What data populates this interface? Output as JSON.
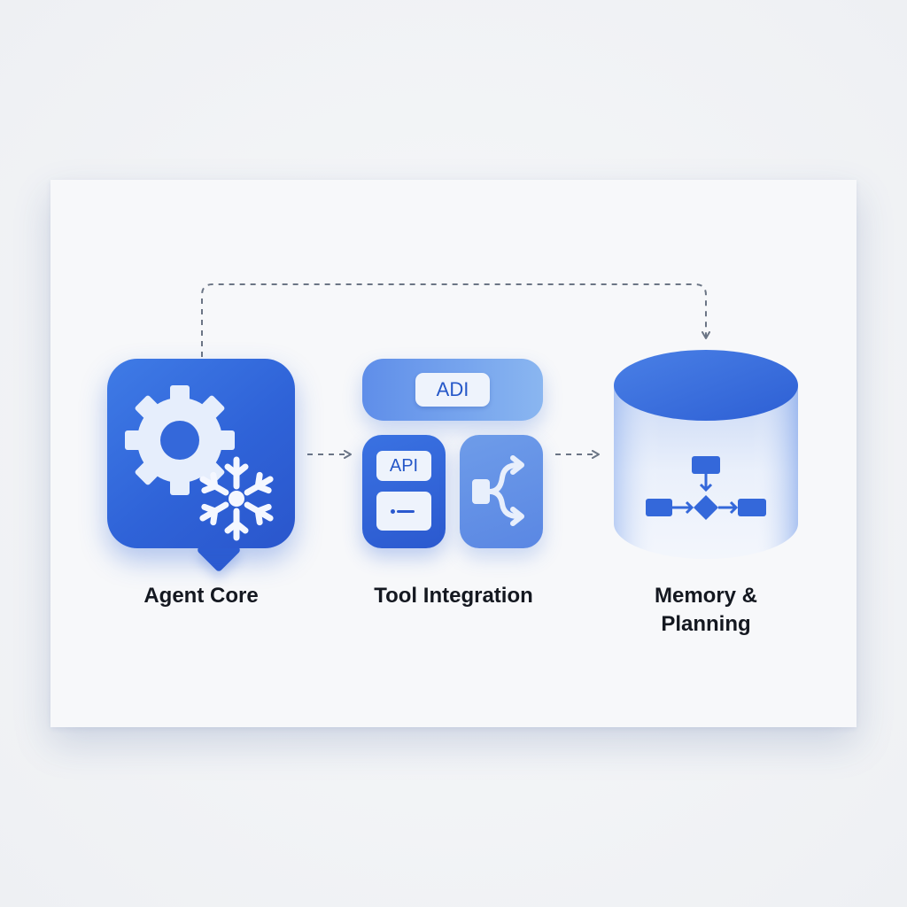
{
  "diagram": {
    "nodes": [
      {
        "id": "agent-core",
        "label": "Agent Core",
        "icon": "gear-snowflake-icon"
      },
      {
        "id": "tool-integration",
        "label": "Tool Integration",
        "chips": {
          "top": "ADI",
          "api": "API"
        },
        "icons": [
          "api-panel-icon",
          "branch-arrows-icon"
        ]
      },
      {
        "id": "memory-planning",
        "label_line1": "Memory &",
        "label_line2": "Planning",
        "icon": "database-flowchart-icon"
      }
    ],
    "edges": [
      {
        "from": "agent-core",
        "to": "tool-integration",
        "style": "dashed"
      },
      {
        "from": "tool-integration",
        "to": "memory-planning",
        "style": "dashed"
      },
      {
        "from": "agent-core",
        "to": "memory-planning",
        "style": "dashed",
        "routing": "over-top"
      }
    ]
  },
  "colors": {
    "primary": "#2f63d8",
    "light_blue": "#78a6ee",
    "chip_bg": "#eef3fc",
    "connector": "#6b7585",
    "text": "#141820"
  }
}
